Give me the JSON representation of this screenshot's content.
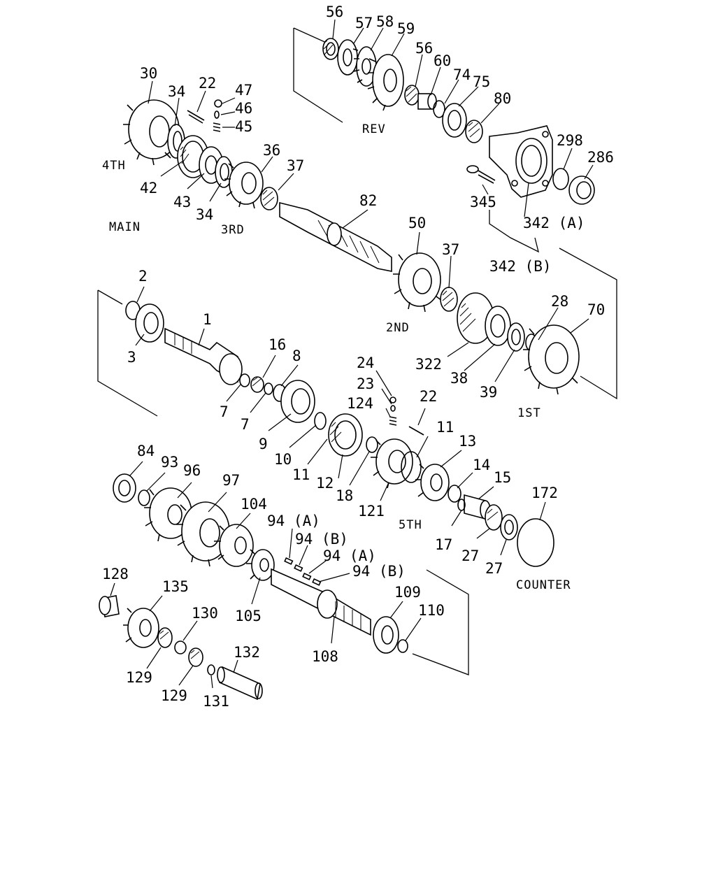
{
  "sections": {
    "rev": "REV",
    "fourth": "4TH",
    "main": "MAIN",
    "third": "3RD",
    "second": "2ND",
    "first": "1ST",
    "fifth": "5TH",
    "counter": "COUNTER"
  },
  "labels": {
    "p56a": "56",
    "p57": "57",
    "p58": "58",
    "p59": "59",
    "p56b": "56",
    "p60": "60",
    "p74": "74",
    "p75": "75",
    "p80": "80",
    "p298": "298",
    "p286": "286",
    "p345": "345",
    "p342a": "342 (A)",
    "p342b": "342 (B)",
    "p30": "30",
    "p34a": "34",
    "p22a": "22",
    "p47": "47",
    "p46": "46",
    "p45": "45",
    "p36": "36",
    "p37a": "37",
    "p42": "42",
    "p43": "43",
    "p34b": "34",
    "p82": "82",
    "p50": "50",
    "p37b": "37",
    "p2": "2",
    "p3": "3",
    "p1": "1",
    "p16": "16",
    "p8": "8",
    "p7a": "7",
    "p7b": "7",
    "p9": "9",
    "p10": "10",
    "p11a": "11",
    "p12": "12",
    "p18": "18",
    "p24": "24",
    "p23": "23",
    "p124": "124",
    "p22b": "22",
    "p11b": "11",
    "p13": "13",
    "p14": "14",
    "p15": "15",
    "p121": "121",
    "p17": "17",
    "p27a": "27",
    "p27b": "27",
    "p172": "172",
    "p28": "28",
    "p70": "70",
    "p322": "322",
    "p38": "38",
    "p39": "39",
    "p84": "84",
    "p93": "93",
    "p96": "96",
    "p97": "97",
    "p104": "104",
    "p94a1": "94 (A)",
    "p94b1": "94 (B)",
    "p94a2": "94 (A)",
    "p94b2": "94 (B)",
    "p105": "105",
    "p109": "109",
    "p110": "110",
    "p108": "108",
    "p128": "128",
    "p135": "135",
    "p130": "130",
    "p129a": "129",
    "p129b": "129",
    "p131": "131",
    "p132": "132"
  }
}
